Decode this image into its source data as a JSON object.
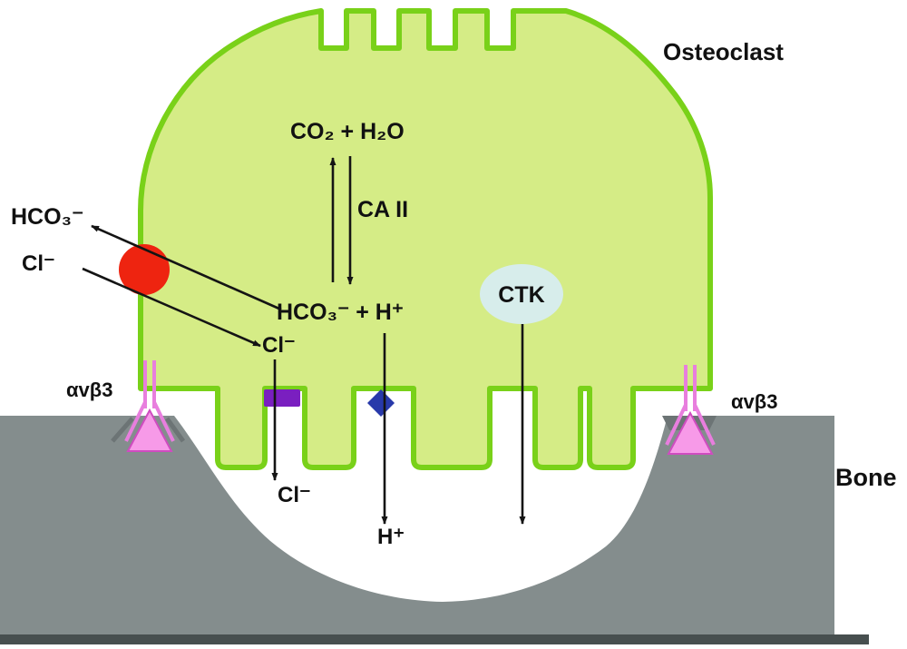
{
  "figure": {
    "cell_label": "Osteoclast",
    "bone_label": "Bone"
  },
  "reaction": {
    "substrate": "CO₂ + H₂O",
    "enzyme": "CA II",
    "products": "HCO₃⁻ + H⁺"
  },
  "transport": {
    "hco3_efflux": "HCO₃⁻",
    "cl_influx": "Cl⁻",
    "cl_cytosol": "Cl⁻",
    "cl_secreted": "Cl⁻",
    "h_secreted": "H⁺",
    "vesicle": "CTK"
  },
  "integrins": {
    "left": "αvβ3",
    "right": "αvβ3"
  },
  "colors": {
    "cell_fill": "#d5ec86",
    "cell_outline": "#79d119",
    "bone": "#848d8d",
    "bone_base": "#474f4f",
    "bone_shadow": "#6c7475",
    "anion_exchanger": "#ee2410",
    "chloride_channel": "#7a1fc0",
    "proton_pump": "#2839aa",
    "integrin_stroke": "#e87ede",
    "integrin_fill": "#f79ae8",
    "integrin_outline": "#cf4cc0",
    "ctk_vesicle": "#d7edeb",
    "arrow": "#141414"
  }
}
